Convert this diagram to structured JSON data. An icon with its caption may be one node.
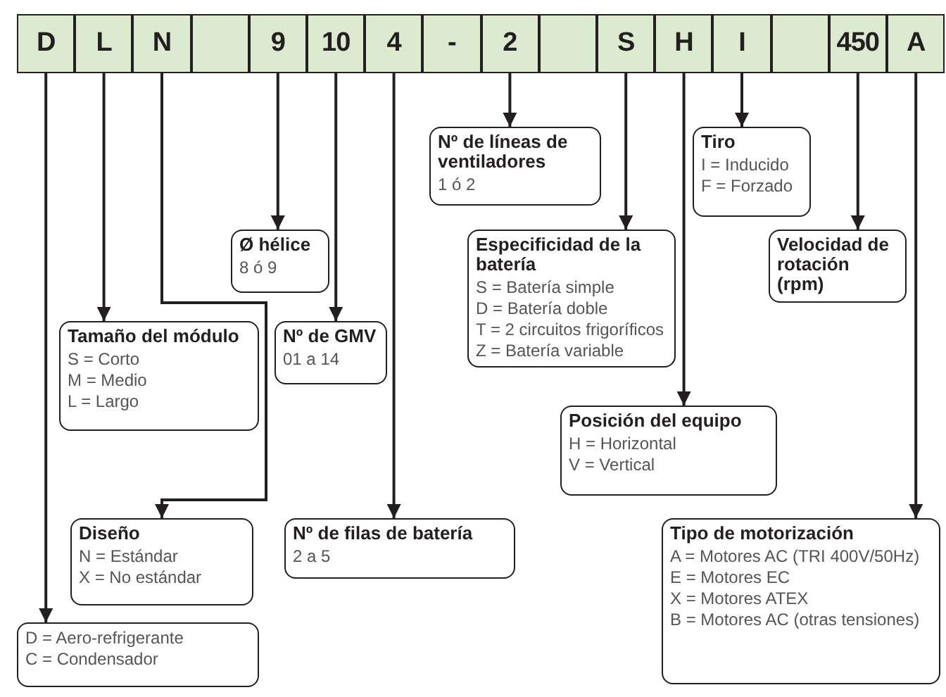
{
  "diagram": {
    "nodes": [
      {
        "text": [
          "D"
        ]
      },
      {
        "text": [
          "L"
        ]
      },
      {
        "text": [
          "N"
        ]
      },
      {
        "text": [],
        "shape": "box"
      },
      {
        "text": [
          "9"
        ]
      },
      {
        "text": [
          "10"
        ]
      },
      {
        "text": [
          "4"
        ]
      },
      {
        "text": [
          "-"
        ]
      },
      {
        "text": [
          "2"
        ]
      },
      {
        "text": [],
        "shape": "box"
      },
      {
        "text": [
          "S"
        ]
      },
      {
        "text": [
          "H"
        ]
      },
      {
        "text": [
          "I"
        ]
      },
      {
        "text": [],
        "shape": "box"
      },
      {
        "text": [
          "450"
        ]
      },
      {
        "text": [
          "A"
        ]
      },
      {
        "text": [
          "D = Aero-refrigerante",
          "C = Condensador"
        ]
      },
      {
        "text": [
          "Nº de líneas de ventiladores",
          "1 ó 2"
        ]
      },
      {
        "text": [
          "Tiro",
          "I = Inducido",
          "F = Forzado"
        ]
      },
      {
        "text": [
          "Ø hélice",
          "8 ó 9"
        ]
      },
      {
        "text": [
          "Especificidad de la batería",
          "S = Batería simple",
          "D = Batería doble",
          "T = 2 circuitos frigoríficos",
          "Z = Batería variable"
        ]
      },
      {
        "text": [
          "Velocidad de rotación (rpm)"
        ]
      },
      {
        "text": [
          "Tamaño del módulo",
          "S = Corto",
          "M = Medio",
          "L = Largo"
        ]
      },
      {
        "text": [
          "Nº de GMV",
          "01 a 14"
        ]
      },
      {
        "text": [
          "Posición del equipo",
          "H = Horizontal",
          "V = Vertical"
        ]
      },
      {
        "text": [
          "Diseño",
          "N = Estándar",
          "X = No estándar"
        ]
      },
      {
        "text": [
          "Nº de filas de batería",
          "2 a 5"
        ]
      },
      {
        "text": [
          "Tipo de motorización",
          "A = Motores AC (TRI 400V/50Hz)",
          "E = Motores EC",
          "X = Motores ATEX",
          "B = Motores AC (otras tensiones)"
        ]
      }
    ],
    "edges": [
      {
        "from": 0,
        "to": 16,
        "arrow": "to"
      },
      {
        "from": 1,
        "to": 22,
        "arrow": "to"
      },
      {
        "from": 2,
        "to": 25,
        "arrow": "to"
      },
      {
        "from": 4,
        "to": 19,
        "arrow": "to"
      },
      {
        "from": 5,
        "to": 23,
        "arrow": "to"
      },
      {
        "from": 6,
        "to": 26,
        "arrow": "to"
      },
      {
        "from": 8,
        "to": 17,
        "arrow": "to"
      },
      {
        "from": 10,
        "to": 20,
        "arrow": "to"
      },
      {
        "from": 11,
        "to": 24,
        "arrow": "to"
      },
      {
        "from": 12,
        "to": 18,
        "arrow": "to"
      },
      {
        "from": 14,
        "to": 21,
        "arrow": "to"
      },
      {
        "from": 15,
        "to": 27,
        "arrow": "to"
      }
    ]
  }
}
